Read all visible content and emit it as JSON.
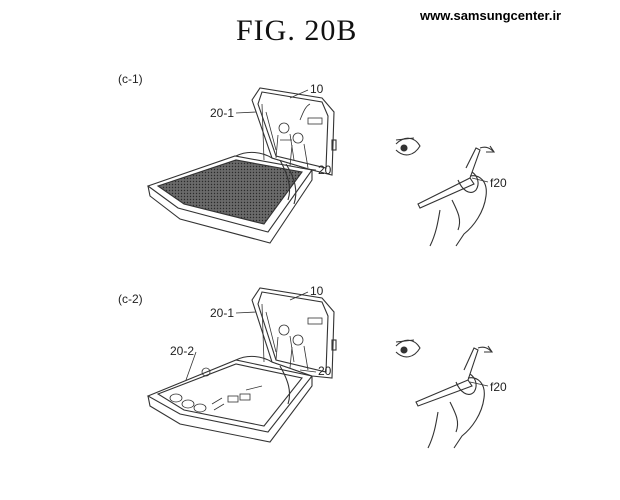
{
  "figure": {
    "title": "FIG.  20B",
    "watermark": "www.samsungcenter.ir"
  },
  "panel_c1": {
    "label": "(c-1)",
    "ref_device": "10",
    "ref_upper": "20-1",
    "ref_display": "20",
    "ref_hand": "f20"
  },
  "panel_c2": {
    "label": "(c-2)",
    "ref_device": "10",
    "ref_upper": "20-1",
    "ref_lower": "20-2",
    "ref_display": "20",
    "ref_hand": "f20"
  }
}
